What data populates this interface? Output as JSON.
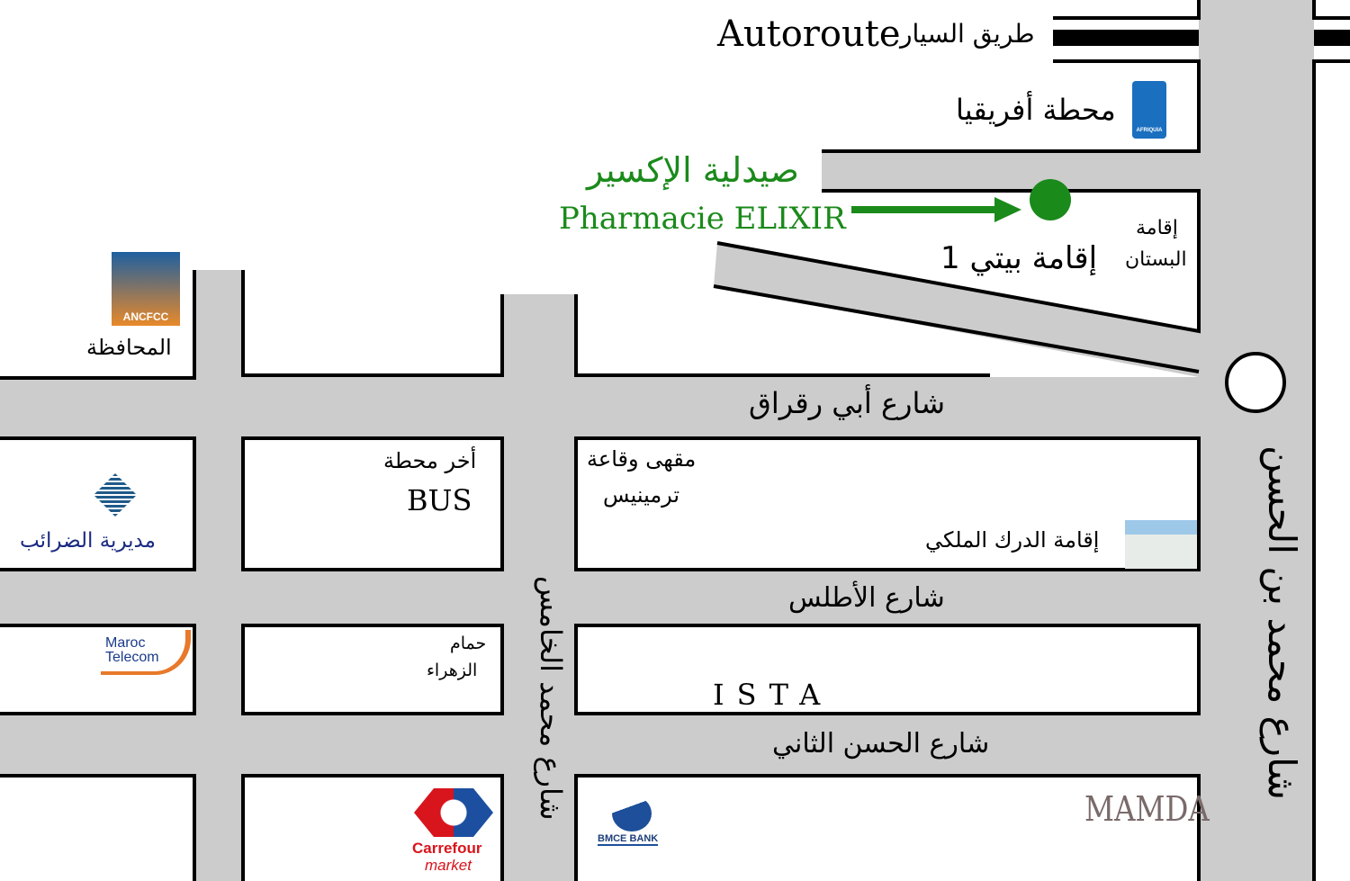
{
  "highway": {
    "label_fr": "Autoroute",
    "label_ar": "طريق السيار"
  },
  "pharmacy": {
    "name_ar": "صيدلية الإكسير",
    "name_fr": "Pharmacie ELIXIR",
    "color": "#1a8a1a"
  },
  "landmarks": {
    "afriquia": {
      "label": "محطة أفريقيا",
      "logo_text": "AFRIQUIA"
    },
    "baiti": "إقامة بيتي 1",
    "bustan": {
      "line1": "إقامة",
      "line2": "البستان"
    },
    "ancfcc": {
      "label": "المحافظة",
      "logo_text": "ANCFCC"
    },
    "tax": {
      "label": "مديرية الضرائب"
    },
    "bus": {
      "line1": "أخر محطة",
      "line2": "BUS"
    },
    "cafe": {
      "line1": "مقهى وقاعة",
      "line2": "ترمينيس"
    },
    "royal": "إقامة الدرك الملكي",
    "maroc_telecom": {
      "line1": "Maroc",
      "line2": "Telecom"
    },
    "hammam": {
      "line1": "حمام",
      "line2": "الزهراء"
    },
    "ista": "ISTA",
    "carrefour": {
      "line1": "Carrefour",
      "line2": "market"
    },
    "bmce": "BMCE BANK",
    "mamda": "MAMDA"
  },
  "streets": {
    "abi_raqraq": "شارع أبي رقراق",
    "atlas": "شارع الأطلس",
    "hassan2": "شارع الحسن الثاني",
    "mohammed5": "شارع محمد الخامس",
    "mohammed_ben_hassan": "شارع محمد بن الحسن"
  }
}
